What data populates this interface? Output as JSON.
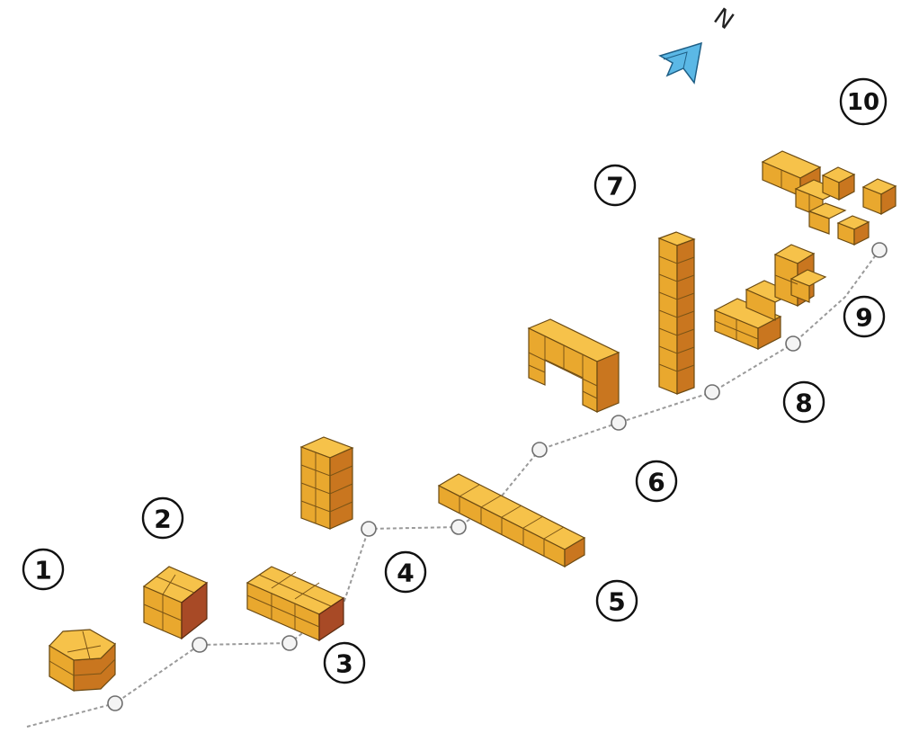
{
  "labels": [
    "1",
    "2",
    "3",
    "4",
    "5",
    "6",
    "7",
    "8",
    "9",
    "10"
  ],
  "compass": {
    "letter": "N",
    "arrow_color": "#5bb8e6",
    "icon": "north-arrow-icon"
  },
  "colors": {
    "block_top": "#f6c24a",
    "block_side": "#e9a82e",
    "block_shade": "#c9761f",
    "path": "#9a9a9a"
  }
}
